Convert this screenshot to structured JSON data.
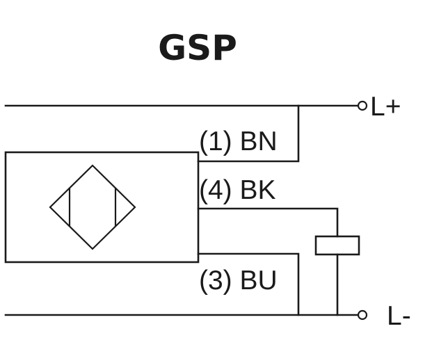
{
  "title": "GSP",
  "wires": {
    "brown": "(1) BN",
    "black": "(4) BK",
    "blue": "(3) BU"
  },
  "supply": {
    "positive": "L+",
    "negative": "L-"
  },
  "colors": {
    "line": "#1a1a1a",
    "background": "#ffffff"
  }
}
